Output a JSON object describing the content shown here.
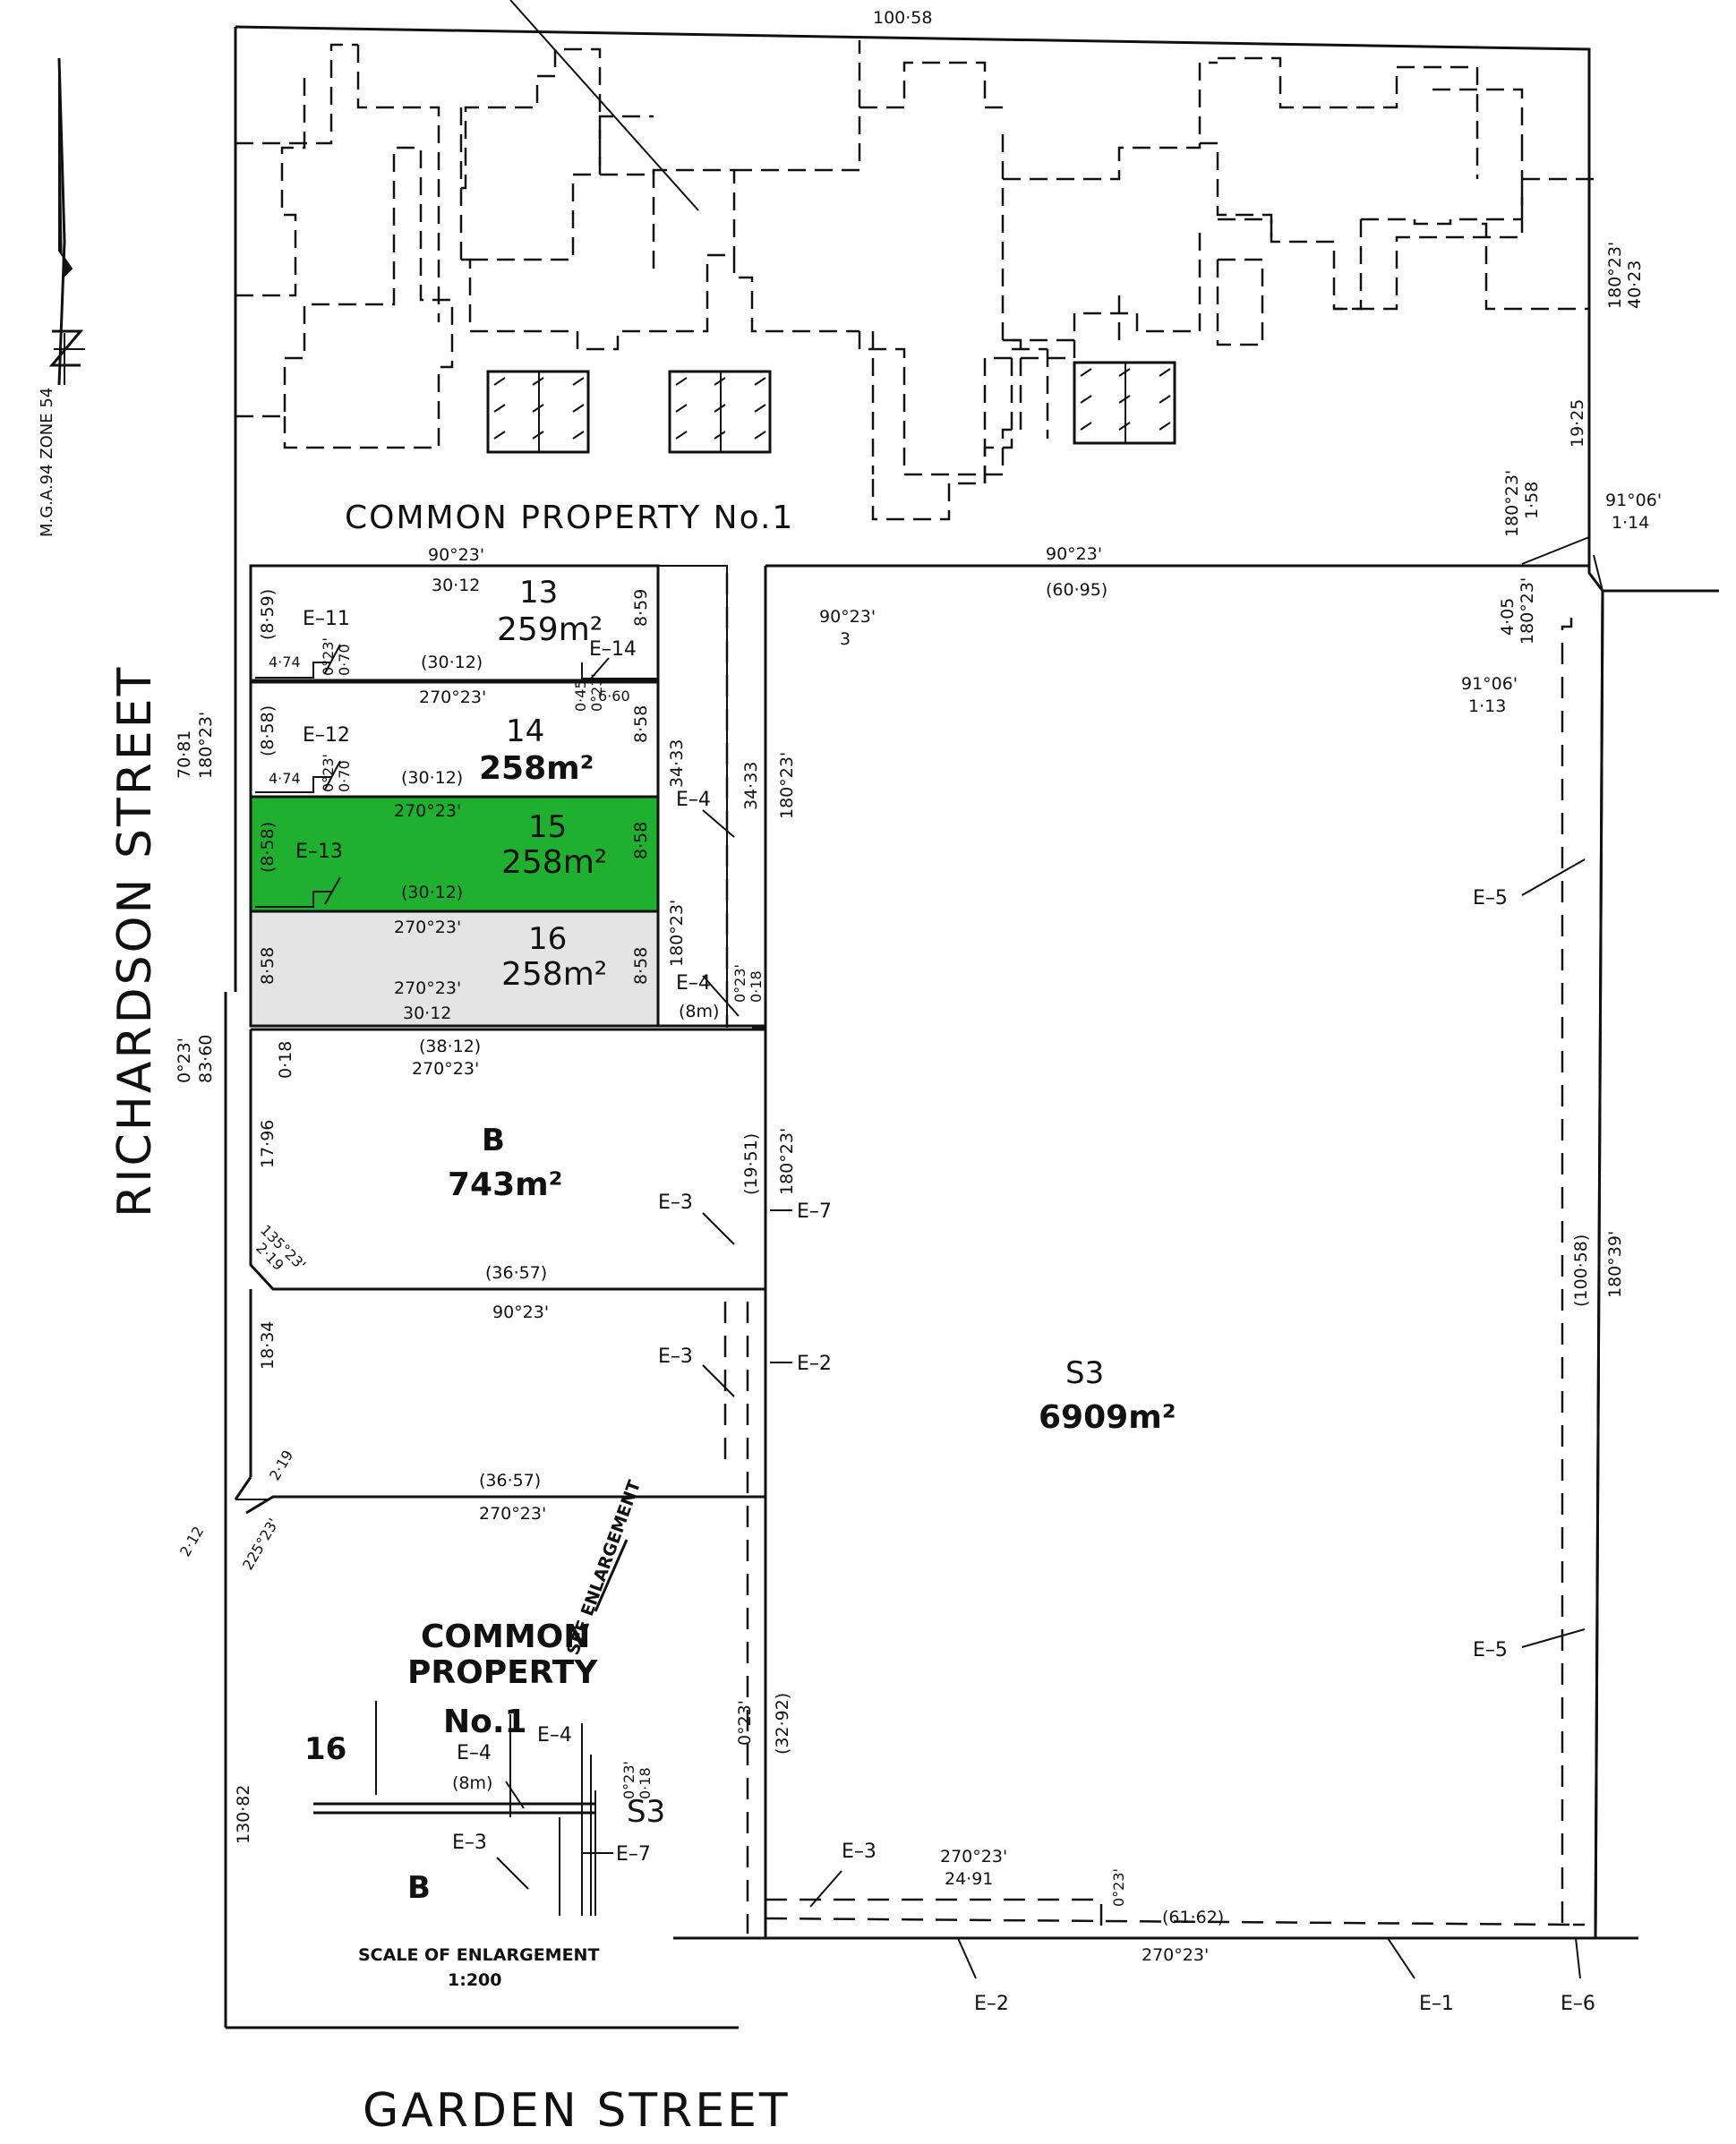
{
  "north_arrow": {
    "label": "M.G.A.94 ZONE 54"
  },
  "streets": {
    "richardson": "RICHARDSON STREET",
    "garden": "GARDEN STREET"
  },
  "common_property": {
    "label": "COMMON PROPERTY No.1",
    "enlargement_line1": "COMMON",
    "enlargement_line2": "PROPERTY",
    "enlargement_line3": "No.1",
    "see_enlargement": "SEE ENLARGEMENT"
  },
  "lots": [
    {
      "id": "13",
      "area": "259m²",
      "color": "#ffffff"
    },
    {
      "id": "14",
      "area": "258m²",
      "color": "#ffffff"
    },
    {
      "id": "15",
      "area": "258m²",
      "color": "#1eb02e"
    },
    {
      "id": "16",
      "area": "258m²",
      "color": "#e4e4e4"
    },
    {
      "id": "B",
      "area": "743m²",
      "color": "#ffffff"
    },
    {
      "id": "S3",
      "area": "6909m²",
      "color": "#ffffff"
    }
  ],
  "enlargement": {
    "lot16": "16",
    "lotB": "B",
    "lotS3": "S3",
    "scale_line1": "SCALE OF ENLARGEMENT",
    "scale_line2": "1:200"
  },
  "dimensions": {
    "top_boundary": "100·58",
    "lot13_top_bearing": "90°23'",
    "lot13_top_dist": "30·12",
    "lot13_bottom": "(30·12)",
    "lot13_right": "8·59",
    "lot13_left": "(8·59)",
    "lot13_small1": "4·74",
    "lot13_small2": "0°23'",
    "lot13_small3": "0·70",
    "lot14_top": "270°23'",
    "lot14_small1": "0·45",
    "lot14_small2": "0°23'",
    "lot14_bottom": "(30·12)",
    "lot14_right": "8·58",
    "lot14_left": "(8·58)",
    "lot14_small4": "4·74",
    "lot14_small5": "0°23'",
    "lot14_small6": "0·70",
    "e14_dist": "6·60",
    "lot15_top": "270°23'",
    "lot15_bottom": "(30·12)",
    "lot15_right": "8·58",
    "lot15_left": "(8·58)",
    "lot16_top": "270°23'",
    "lot16_mid": "270°23'",
    "lot16_bottom": "30·12",
    "lot16_right": "8·58",
    "lot16_left": "8·58",
    "strip_dist1": "34·33",
    "strip_dist2": "34·33",
    "strip_bearing1": "180°23'",
    "strip_bearing2": "180°23'",
    "strip_small1": "0°23'",
    "strip_small2": "0·18",
    "e4_width": "(8m)",
    "richardson_dist1": "70·81",
    "richardson_bearing1": "180°23'",
    "richardson_bearing2": "0°23'",
    "richardson_dist2": "83·60",
    "lotB_top1": "(38·12)",
    "lotB_top2": "270°23'",
    "lotB_left_small": "0·18",
    "lotB_left": "17·96",
    "lotB_corner_bearing": "135°23'",
    "lotB_corner_dist": "2·19",
    "lotB_bottom": "(36·57)",
    "lotB_right": "(19·51)",
    "lotB_right_bearing": "180°23'",
    "mid_top": "90°23'",
    "mid_left": "18·34",
    "mid_corner1": "2·19",
    "mid_corner2": "2·12",
    "mid_bottom": "(36·57)",
    "lower_bearing": "270°23'",
    "lower_corner_bearing": "225°23'",
    "garden_left": "130·82",
    "s3_top_bearing": "90°23'",
    "s3_top_dist": "(60·95)",
    "s3_notch_bearing": "90°23'",
    "s3_notch_dist": "3",
    "s3_right_dist": "(100·58)",
    "s3_right_bearing": "180°39'",
    "s3_left_bearing": "0°23'",
    "s3_left_dist": "(32·92)",
    "s3_bottom_bearing": "270°23'",
    "s3_bottom_dist": "(61·62)",
    "e3_bearing": "270°23'",
    "e3_dist": "24·91",
    "e3_small": "0°23'",
    "right_bearing1": "180°23'",
    "right_dist1": "40·23",
    "right_dist2": "19·25",
    "right_bearing2": "180°23'",
    "right_dist3": "1·58",
    "right_bearing3": "91°06'",
    "right_dist4": "1·14",
    "right_dist5": "4·05",
    "right_bearing4": "180°23'",
    "right_bearing5": "91°06'",
    "right_dist6": "1·13",
    "enl_small1": "0°23'",
    "enl_small2": "0·18"
  },
  "easements": {
    "e1": "E–1",
    "e2": "E–2",
    "e3": "E–3",
    "e4": "E–4",
    "e5": "E–5",
    "e6": "E–6",
    "e7": "E–7",
    "e11": "E–11",
    "e12": "E–12",
    "e13": "E–13",
    "e14": "E–14"
  }
}
